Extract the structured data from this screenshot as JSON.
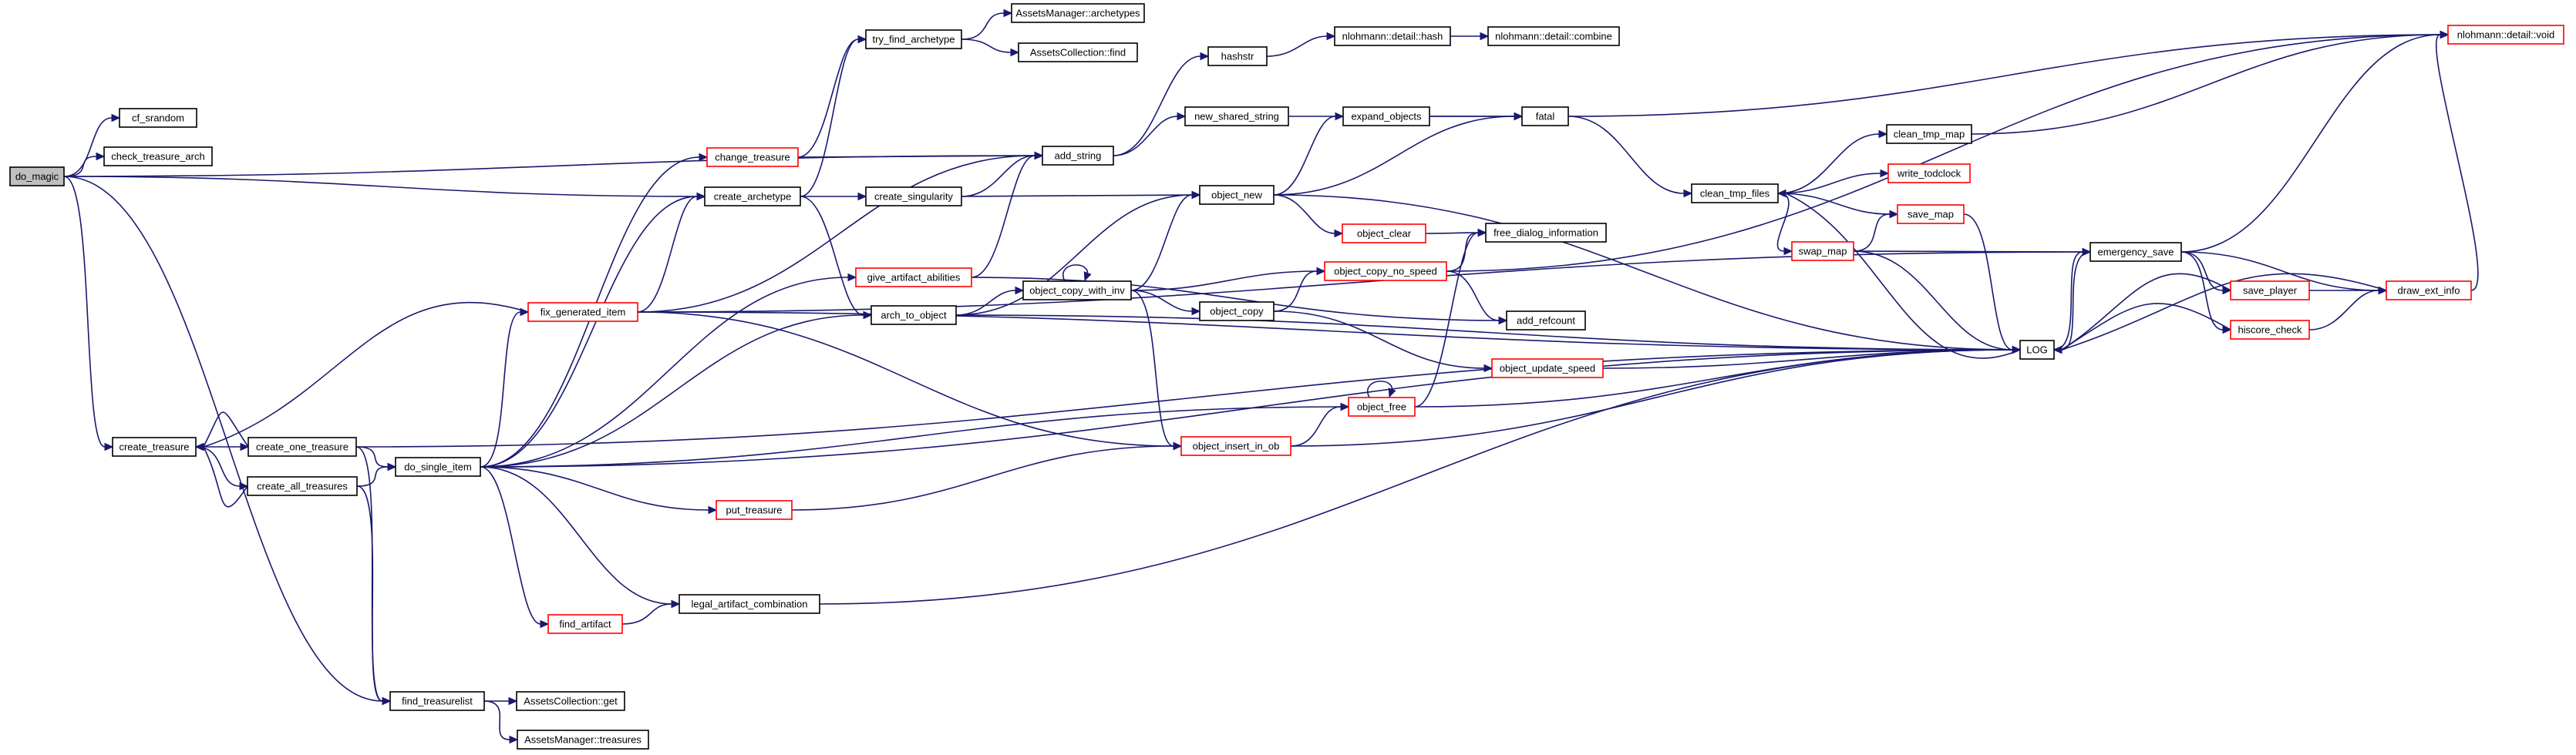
{
  "nodes": [
    {
      "id": "do_magic",
      "label": "do_magic",
      "style": "root"
    },
    {
      "id": "cf_srandom",
      "label": "cf_srandom",
      "style": "black"
    },
    {
      "id": "check_treasure_arch",
      "label": "check_treasure_arch",
      "style": "black"
    },
    {
      "id": "create_treasure",
      "label": "create_treasure",
      "style": "black"
    },
    {
      "id": "create_one_treasure",
      "label": "create_one_treasure",
      "style": "black"
    },
    {
      "id": "create_all_treasures",
      "label": "create_all_treasures",
      "style": "black"
    },
    {
      "id": "do_single_item",
      "label": "do_single_item",
      "style": "black"
    },
    {
      "id": "find_treasurelist",
      "label": "find_treasurelist",
      "style": "black"
    },
    {
      "id": "assets_collection_get",
      "label": "AssetsCollection::get",
      "style": "black"
    },
    {
      "id": "assets_manager_treasures",
      "label": "AssetsManager::treasures",
      "style": "black"
    },
    {
      "id": "change_treasure",
      "label": "change_treasure",
      "style": "red"
    },
    {
      "id": "create_archetype",
      "label": "create_archetype",
      "style": "black"
    },
    {
      "id": "fix_generated_item",
      "label": "fix_generated_item",
      "style": "red"
    },
    {
      "id": "put_treasure",
      "label": "put_treasure",
      "style": "red"
    },
    {
      "id": "find_artifact",
      "label": "find_artifact",
      "style": "red"
    },
    {
      "id": "legal_artifact_combination",
      "label": "legal_artifact_combination",
      "style": "black"
    },
    {
      "id": "try_find_archetype",
      "label": "try_find_archetype",
      "style": "black"
    },
    {
      "id": "assets_manager_archetypes",
      "label": "AssetsManager::archetypes",
      "style": "black"
    },
    {
      "id": "assets_collection_find",
      "label": "AssetsCollection::find",
      "style": "black"
    },
    {
      "id": "create_singularity",
      "label": "create_singularity",
      "style": "black"
    },
    {
      "id": "give_artifact_abilities",
      "label": "give_artifact_abilities",
      "style": "red"
    },
    {
      "id": "arch_to_object",
      "label": "arch_to_object",
      "style": "black"
    },
    {
      "id": "add_string",
      "label": "add_string",
      "style": "black"
    },
    {
      "id": "object_copy_with_inv",
      "label": "object_copy_with_inv",
      "style": "black"
    },
    {
      "id": "object_copy",
      "label": "object_copy",
      "style": "black"
    },
    {
      "id": "object_new",
      "label": "object_new",
      "style": "black"
    },
    {
      "id": "hashstr",
      "label": "hashstr",
      "style": "black"
    },
    {
      "id": "new_shared_string",
      "label": "new_shared_string",
      "style": "black"
    },
    {
      "id": "nlohmann_hash",
      "label": "nlohmann::detail::hash",
      "style": "black"
    },
    {
      "id": "nlohmann_combine",
      "label": "nlohmann::detail::combine",
      "style": "black"
    },
    {
      "id": "expand_objects",
      "label": "expand_objects",
      "style": "black"
    },
    {
      "id": "fatal",
      "label": "fatal",
      "style": "black"
    },
    {
      "id": "object_clear",
      "label": "object_clear",
      "style": "red"
    },
    {
      "id": "object_copy_no_speed",
      "label": "object_copy_no_speed",
      "style": "red"
    },
    {
      "id": "free_dialog_information",
      "label": "free_dialog_information",
      "style": "black"
    },
    {
      "id": "add_refcount",
      "label": "add_refcount",
      "style": "black"
    },
    {
      "id": "object_update_speed",
      "label": "object_update_speed",
      "style": "red"
    },
    {
      "id": "object_free",
      "label": "object_free",
      "style": "red"
    },
    {
      "id": "object_insert_in_ob",
      "label": "object_insert_in_ob",
      "style": "red"
    },
    {
      "id": "clean_tmp_files",
      "label": "clean_tmp_files",
      "style": "black"
    },
    {
      "id": "clean_tmp_map",
      "label": "clean_tmp_map",
      "style": "black"
    },
    {
      "id": "write_todclock",
      "label": "write_todclock",
      "style": "red"
    },
    {
      "id": "save_map",
      "label": "save_map",
      "style": "red"
    },
    {
      "id": "swap_map",
      "label": "swap_map",
      "style": "red"
    },
    {
      "id": "log",
      "label": "LOG",
      "style": "black"
    },
    {
      "id": "emergency_save",
      "label": "emergency_save",
      "style": "black"
    },
    {
      "id": "save_player",
      "label": "save_player",
      "style": "red"
    },
    {
      "id": "hiscore_check",
      "label": "hiscore_check",
      "style": "red"
    },
    {
      "id": "draw_ext_info",
      "label": "draw_ext_info",
      "style": "red"
    },
    {
      "id": "nlohmann_void",
      "label": "nlohmann::detail::void",
      "style": "red"
    }
  ],
  "edges": [
    [
      "do_magic",
      "cf_srandom"
    ],
    [
      "do_magic",
      "check_treasure_arch"
    ],
    [
      "do_magic",
      "create_archetype"
    ],
    [
      "do_magic",
      "create_treasure"
    ],
    [
      "do_magic",
      "find_treasurelist"
    ],
    [
      "do_magic",
      "add_string"
    ],
    [
      "create_treasure",
      "create_one_treasure"
    ],
    [
      "create_treasure",
      "create_all_treasures"
    ],
    [
      "create_one_treasure",
      "create_treasure"
    ],
    [
      "create_one_treasure",
      "do_single_item"
    ],
    [
      "create_one_treasure",
      "find_treasurelist"
    ],
    [
      "create_one_treasure",
      "log"
    ],
    [
      "create_all_treasures",
      "create_treasure"
    ],
    [
      "create_all_treasures",
      "do_single_item"
    ],
    [
      "create_all_treasures",
      "find_treasurelist"
    ],
    [
      "do_single_item",
      "change_treasure"
    ],
    [
      "do_single_item",
      "create_archetype"
    ],
    [
      "do_single_item",
      "fix_generated_item"
    ],
    [
      "do_single_item",
      "give_artifact_abilities"
    ],
    [
      "do_single_item",
      "arch_to_object"
    ],
    [
      "do_single_item",
      "object_free"
    ],
    [
      "do_single_item",
      "put_treasure"
    ],
    [
      "do_single_item",
      "find_artifact"
    ],
    [
      "do_single_item",
      "legal_artifact_combination"
    ],
    [
      "do_single_item",
      "log"
    ],
    [
      "find_treasurelist",
      "assets_collection_get"
    ],
    [
      "find_treasurelist",
      "assets_manager_treasures"
    ],
    [
      "change_treasure",
      "add_string"
    ],
    [
      "change_treasure",
      "try_find_archetype"
    ],
    [
      "create_archetype",
      "try_find_archetype"
    ],
    [
      "create_archetype",
      "create_singularity"
    ],
    [
      "create_archetype",
      "arch_to_object"
    ],
    [
      "fix_generated_item",
      "create_archetype"
    ],
    [
      "fix_generated_item",
      "create_treasure"
    ],
    [
      "fix_generated_item",
      "add_string"
    ],
    [
      "fix_generated_item",
      "object_insert_in_ob"
    ],
    [
      "fix_generated_item",
      "log"
    ],
    [
      "fix_generated_item",
      "emergency_save"
    ],
    [
      "put_treasure",
      "object_insert_in_ob"
    ],
    [
      "find_artifact",
      "legal_artifact_combination"
    ],
    [
      "legal_artifact_combination",
      "log"
    ],
    [
      "try_find_archetype",
      "assets_manager_archetypes"
    ],
    [
      "try_find_archetype",
      "assets_collection_find"
    ],
    [
      "create_singularity",
      "add_string"
    ],
    [
      "create_singularity",
      "object_new"
    ],
    [
      "give_artifact_abilities",
      "add_string"
    ],
    [
      "give_artifact_abilities",
      "add_refcount"
    ],
    [
      "arch_to_object",
      "object_new"
    ],
    [
      "arch_to_object",
      "object_copy_with_inv"
    ],
    [
      "arch_to_object",
      "log"
    ],
    [
      "object_copy_with_inv",
      "object_copy_with_inv"
    ],
    [
      "object_copy_with_inv",
      "object_new"
    ],
    [
      "object_copy_with_inv",
      "object_copy_no_speed"
    ],
    [
      "object_copy_with_inv",
      "object_copy"
    ],
    [
      "object_copy_with_inv",
      "object_insert_in_ob"
    ],
    [
      "object_copy",
      "object_copy_no_speed"
    ],
    [
      "object_copy",
      "object_update_speed"
    ],
    [
      "add_string",
      "hashstr"
    ],
    [
      "add_string",
      "new_shared_string"
    ],
    [
      "hashstr",
      "nlohmann_hash"
    ],
    [
      "nlohmann_hash",
      "nlohmann_combine"
    ],
    [
      "new_shared_string",
      "fatal"
    ],
    [
      "object_new",
      "expand_objects"
    ],
    [
      "object_new",
      "fatal"
    ],
    [
      "object_new",
      "object_clear"
    ],
    [
      "object_new",
      "log"
    ],
    [
      "expand_objects",
      "fatal"
    ],
    [
      "object_clear",
      "free_dialog_information"
    ],
    [
      "object_copy_no_speed",
      "free_dialog_information"
    ],
    [
      "object_copy_no_speed",
      "add_refcount"
    ],
    [
      "object_copy_no_speed",
      "nlohmann_void"
    ],
    [
      "object_update_speed",
      "log"
    ],
    [
      "object_free",
      "object_free"
    ],
    [
      "object_free",
      "free_dialog_information"
    ],
    [
      "object_free",
      "log"
    ],
    [
      "object_insert_in_ob",
      "object_free"
    ],
    [
      "object_insert_in_ob",
      "log"
    ],
    [
      "fatal",
      "clean_tmp_files"
    ],
    [
      "fatal",
      "nlohmann_void"
    ],
    [
      "clean_tmp_files",
      "clean_tmp_map"
    ],
    [
      "clean_tmp_files",
      "write_todclock"
    ],
    [
      "clean_tmp_files",
      "save_map"
    ],
    [
      "clean_tmp_files",
      "swap_map"
    ],
    [
      "clean_tmp_map",
      "nlohmann_void"
    ],
    [
      "swap_map",
      "save_map"
    ],
    [
      "swap_map",
      "log"
    ],
    [
      "swap_map",
      "emergency_save"
    ],
    [
      "save_map",
      "log"
    ],
    [
      "log",
      "clean_tmp_files"
    ],
    [
      "log",
      "emergency_save"
    ],
    [
      "emergency_save",
      "log"
    ],
    [
      "emergency_save",
      "save_player"
    ],
    [
      "emergency_save",
      "hiscore_check"
    ],
    [
      "emergency_save",
      "draw_ext_info"
    ],
    [
      "emergency_save",
      "nlohmann_void"
    ],
    [
      "save_player",
      "draw_ext_info"
    ],
    [
      "save_player",
      "log"
    ],
    [
      "hiscore_check",
      "draw_ext_info"
    ],
    [
      "hiscore_check",
      "log"
    ],
    [
      "draw_ext_info",
      "nlohmann_void"
    ],
    [
      "draw_ext_info",
      "log"
    ]
  ],
  "colors": {
    "edge": "#191970",
    "red_border": "#ff0000",
    "root_fill": "#bfbfbf"
  }
}
